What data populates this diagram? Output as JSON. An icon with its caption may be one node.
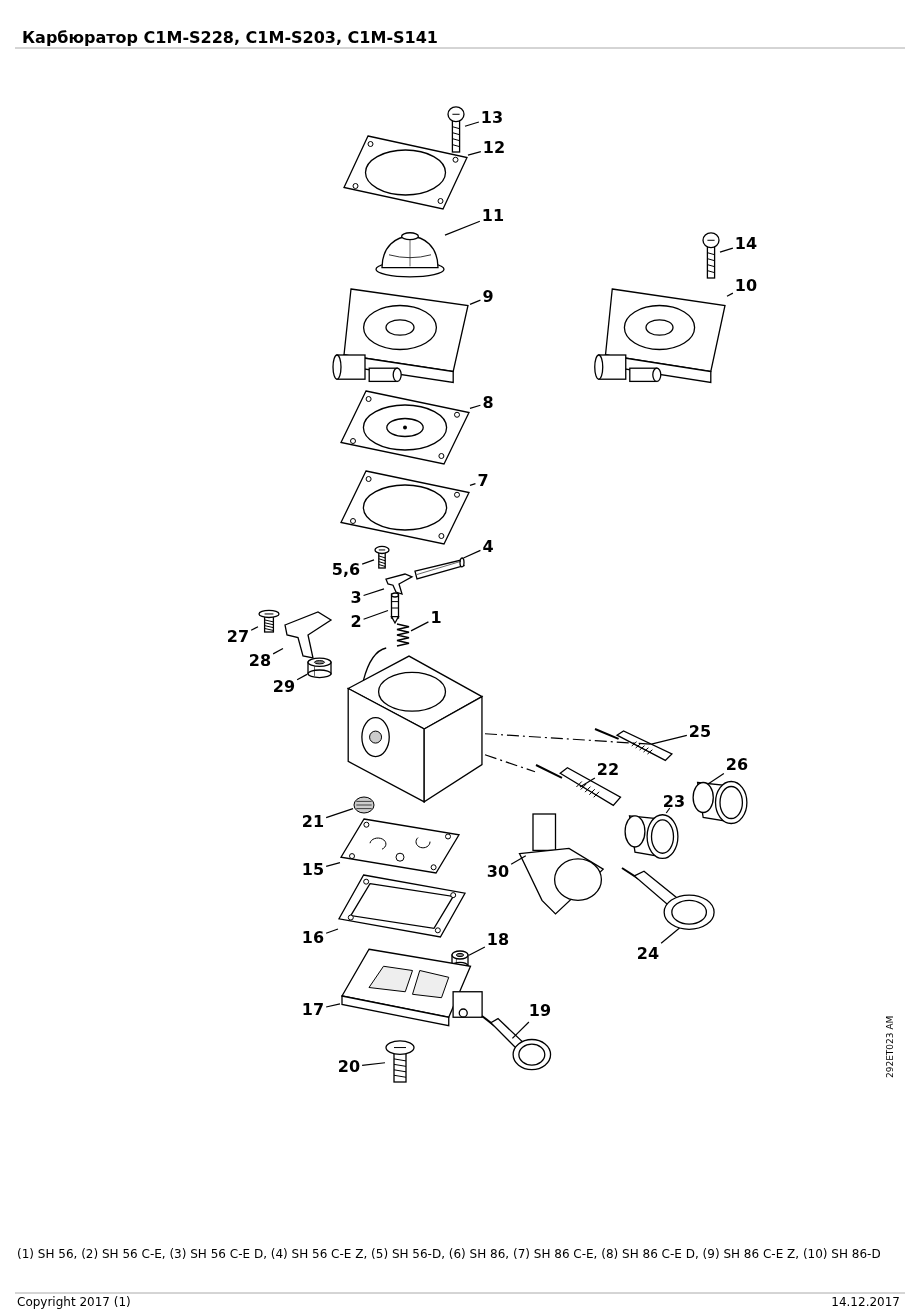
{
  "diagram": {
    "title": "Карбюратор C1M-S228, C1M-S203, C1M-S141",
    "nodes": [
      {
        "text": [
          "13"
        ]
      },
      {
        "text": [
          "12"
        ]
      },
      {
        "text": [
          "11"
        ]
      },
      {
        "text": [
          "14"
        ]
      },
      {
        "text": [
          "9"
        ]
      },
      {
        "text": [
          "10"
        ]
      },
      {
        "text": [
          "8"
        ]
      },
      {
        "text": [
          "7"
        ]
      },
      {
        "text": [
          "4"
        ]
      },
      {
        "text": [
          "5,6"
        ]
      },
      {
        "text": [
          "3"
        ]
      },
      {
        "text": [
          "2"
        ]
      },
      {
        "text": [
          "1"
        ]
      },
      {
        "text": [
          "27"
        ]
      },
      {
        "text": [
          "28"
        ]
      },
      {
        "text": [
          "29"
        ]
      },
      {
        "text": [
          "25"
        ]
      },
      {
        "text": [
          "26"
        ]
      },
      {
        "text": [
          "22"
        ]
      },
      {
        "text": [
          "23"
        ]
      },
      {
        "text": [
          "21"
        ]
      },
      {
        "text": [
          "15"
        ]
      },
      {
        "text": [
          "30"
        ]
      },
      {
        "text": [
          "16"
        ]
      },
      {
        "text": [
          "18"
        ]
      },
      {
        "text": [
          "24"
        ]
      },
      {
        "text": [
          "17"
        ]
      },
      {
        "text": [
          "19"
        ]
      },
      {
        "text": [
          "20"
        ]
      },
      {
        "text": [],
        "shape": "picture"
      },
      {
        "text": [],
        "shape": "picture"
      },
      {
        "text": [],
        "shape": "picture"
      },
      {
        "text": [],
        "shape": "picture"
      },
      {
        "text": [],
        "shape": "picture"
      },
      {
        "text": [],
        "shape": "picture"
      },
      {
        "text": [],
        "shape": "picture"
      },
      {
        "text": [],
        "shape": "picture"
      },
      {
        "text": [],
        "shape": "picture"
      },
      {
        "text": [],
        "shape": "picture"
      },
      {
        "text": [],
        "shape": "picture"
      },
      {
        "text": [],
        "shape": "picture"
      },
      {
        "text": [],
        "shape": "picture"
      },
      {
        "text": [],
        "shape": "picture"
      },
      {
        "text": [],
        "shape": "picture"
      },
      {
        "text": [],
        "shape": "picture"
      },
      {
        "text": [],
        "shape": "picture"
      },
      {
        "text": [],
        "shape": "picture"
      },
      {
        "text": [],
        "shape": "picture"
      },
      {
        "text": [],
        "shape": "picture"
      },
      {
        "text": [],
        "shape": "picture"
      },
      {
        "text": [],
        "shape": "picture"
      },
      {
        "text": [],
        "shape": "picture"
      },
      {
        "text": [],
        "shape": "picture"
      },
      {
        "text": [],
        "shape": "picture"
      },
      {
        "text": [],
        "shape": "picture"
      },
      {
        "text": [],
        "shape": "picture"
      },
      {
        "text": [],
        "shape": "picture"
      },
      {
        "text": [],
        "shape": "picture"
      },
      {
        "text": [],
        "shape": "picture"
      }
    ],
    "edges": [
      {
        "from": 0,
        "to": 29,
        "arrow": "none"
      },
      {
        "from": 1,
        "to": 30,
        "arrow": "none"
      },
      {
        "from": 2,
        "to": 31,
        "arrow": "none"
      },
      {
        "from": 3,
        "to": 32,
        "arrow": "none"
      },
      {
        "from": 4,
        "to": 33,
        "arrow": "none"
      },
      {
        "from": 5,
        "to": 34,
        "arrow": "none"
      },
      {
        "from": 6,
        "to": 35,
        "arrow": "none"
      },
      {
        "from": 7,
        "to": 36,
        "arrow": "none"
      },
      {
        "from": 8,
        "to": 37,
        "arrow": "none"
      },
      {
        "from": 9,
        "to": 38,
        "arrow": "none"
      },
      {
        "from": 10,
        "to": 39,
        "arrow": "none"
      },
      {
        "from": 11,
        "to": 40,
        "arrow": "none"
      },
      {
        "from": 12,
        "to": 41,
        "arrow": "none"
      },
      {
        "from": 13,
        "to": 42,
        "arrow": "none"
      },
      {
        "from": 14,
        "to": 43,
        "arrow": "none"
      },
      {
        "from": 15,
        "to": 44,
        "arrow": "none"
      },
      {
        "from": 16,
        "to": 45,
        "arrow": "none"
      },
      {
        "from": 17,
        "to": 46,
        "arrow": "none"
      },
      {
        "from": 18,
        "to": 47,
        "arrow": "none"
      },
      {
        "from": 19,
        "to": 48,
        "arrow": "none"
      },
      {
        "from": 20,
        "to": 49,
        "arrow": "none"
      },
      {
        "from": 21,
        "to": 50,
        "arrow": "none"
      },
      {
        "from": 22,
        "to": 51,
        "arrow": "none"
      },
      {
        "from": 23,
        "to": 52,
        "arrow": "none"
      },
      {
        "from": 24,
        "to": 53,
        "arrow": "none"
      },
      {
        "from": 25,
        "to": 54,
        "arrow": "none"
      },
      {
        "from": 26,
        "to": 55,
        "arrow": "none"
      },
      {
        "from": 27,
        "to": 56,
        "arrow": "none"
      },
      {
        "from": 28,
        "to": 57,
        "arrow": "none"
      },
      {
        "from": 58,
        "to": 45,
        "arrow": "none",
        "style": "dashed"
      },
      {
        "from": 58,
        "to": 47,
        "arrow": "none",
        "style": "dashed"
      }
    ],
    "labels": [
      "292ET023 AM",
      "(1) SH 56, (2) SH 56 C-E, (3) SH 56 C-E D, (4) SH 56 C-E Z, (5) SH 56-D, (6) SH 86, (7) SH 86 C-E, (8) SH 86 C-E D, (9) SH 86 C-E Z, (10) SH 86-D",
      "Copyright 2017 (1)",
      "14.12.2017"
    ]
  }
}
